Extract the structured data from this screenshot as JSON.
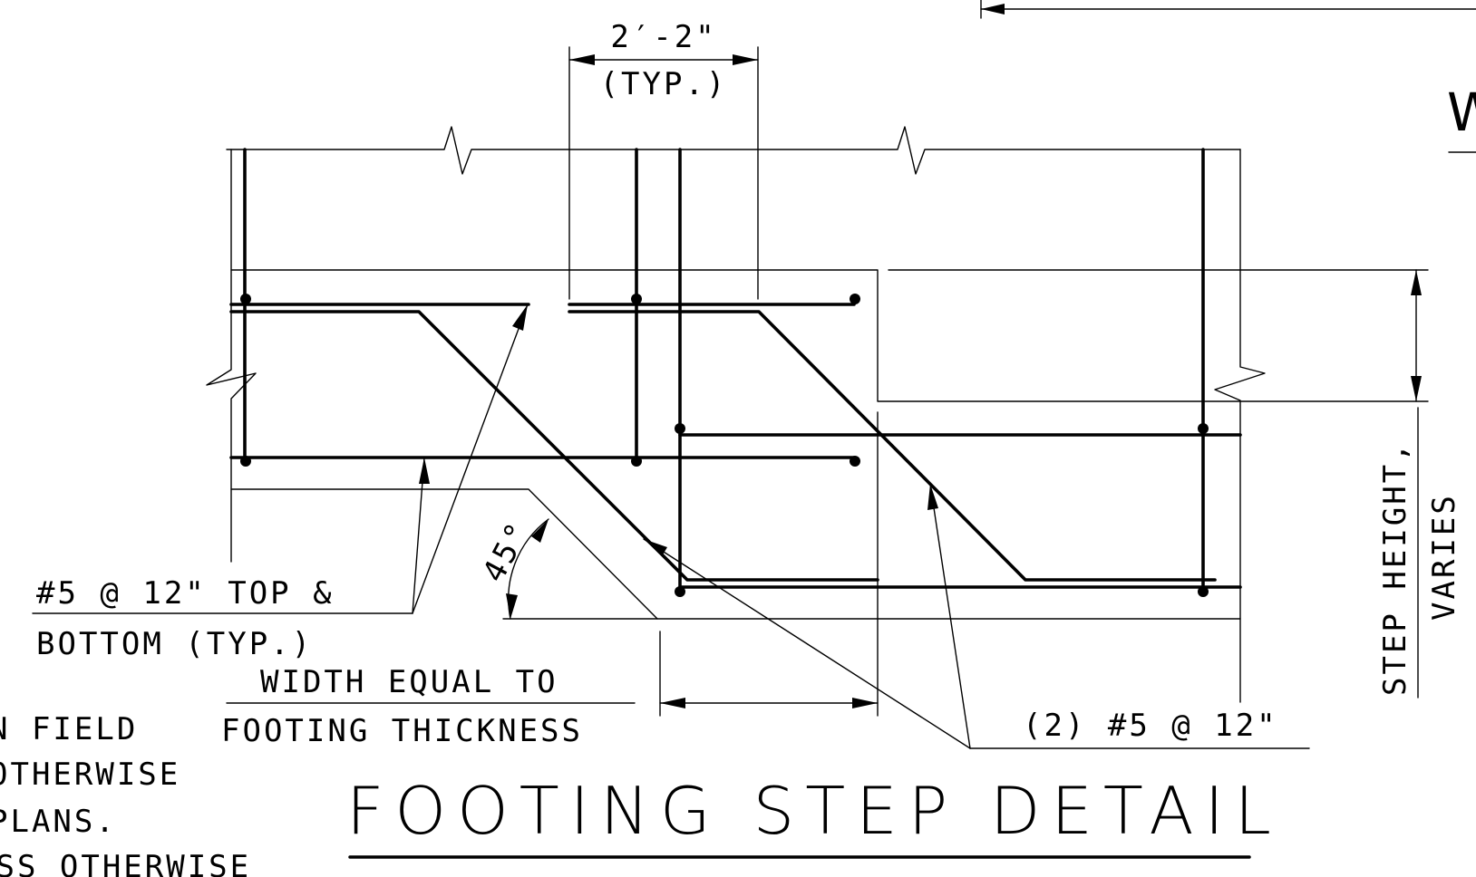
{
  "title": "FOOTING STEP DETAIL",
  "callouts": {
    "bar_spacing": "2′-2\"",
    "bar_spacing_typ": "(TYP.)",
    "top_bottom_1": "#5 @ 12\" TOP &",
    "top_bottom_2": "BOTTOM (TYP.)",
    "angle": "45°",
    "width_1": "WIDTH EQUAL TO",
    "width_2": "FOOTING THICKNESS",
    "diag_bars": "(2) #5 @ 12\"",
    "step_height_1": "STEP HEIGHT,",
    "step_height_2": "VARIES"
  },
  "left_notes": [
    "N FIELD",
    "OTHERWISE",
    "PLANS.",
    "ESS OTHERWISE"
  ],
  "edge_text": "W"
}
